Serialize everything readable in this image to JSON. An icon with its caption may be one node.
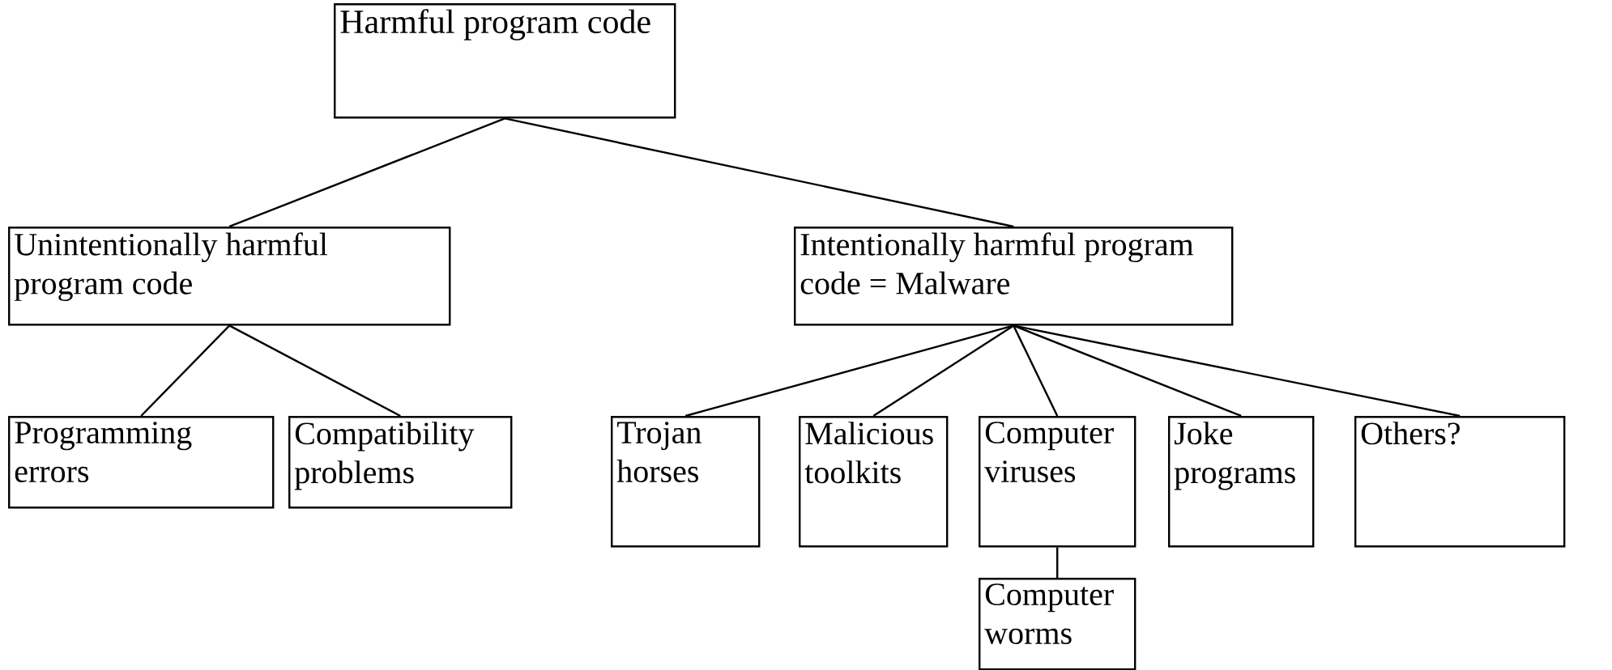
{
  "diagram": {
    "nodes": [
      {
        "text": [
          "Harmful program code"
        ]
      },
      {
        "text": [
          "Unintentionally harmful program code"
        ]
      },
      {
        "text": [
          "Intentionally harmful program code = Malware"
        ]
      },
      {
        "text": [
          "Programming errors"
        ]
      },
      {
        "text": [
          "Compatibility problems"
        ]
      },
      {
        "text": [
          "Trojan horses"
        ]
      },
      {
        "text": [
          "Malicious toolkits"
        ]
      },
      {
        "text": [
          "Computer viruses"
        ]
      },
      {
        "text": [
          "Joke programs"
        ]
      },
      {
        "text": [
          "Others?"
        ]
      },
      {
        "text": [
          "Computer worms"
        ]
      }
    ],
    "edges": [
      {
        "from": 0,
        "to": 1,
        "arrow": "none"
      },
      {
        "from": 0,
        "to": 2,
        "arrow": "none"
      },
      {
        "from": 1,
        "to": 3,
        "arrow": "none"
      },
      {
        "from": 1,
        "to": 4,
        "arrow": "none"
      },
      {
        "from": 2,
        "to": 5,
        "arrow": "none"
      },
      {
        "from": 2,
        "to": 6,
        "arrow": "none"
      },
      {
        "from": 2,
        "to": 7,
        "arrow": "none"
      },
      {
        "from": 2,
        "to": 8,
        "arrow": "none"
      },
      {
        "from": 2,
        "to": 9,
        "arrow": "none"
      },
      {
        "from": 7,
        "to": 10,
        "arrow": "none"
      }
    ]
  }
}
